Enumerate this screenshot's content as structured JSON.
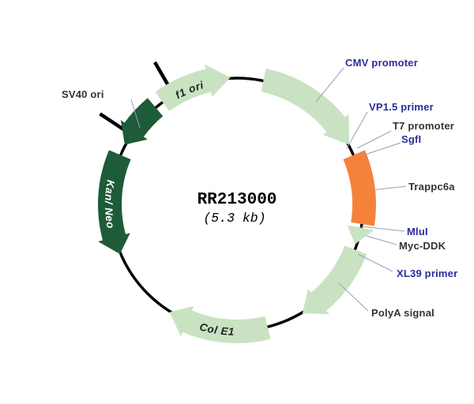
{
  "plasmid": {
    "name": "RR213000",
    "size": "(5.3 kb)"
  },
  "labels": {
    "cmv_promoter": "CMV promoter",
    "vp15_primer": "VP1.5 primer",
    "t7_promoter": "T7 promoter",
    "sgfi": "SgfI",
    "trappc6a": "Trappc6a",
    "mlui": "MluI",
    "myc_ddk": "Myc-DDK",
    "xl39_primer": "XL39 primer",
    "polya_signal": "PolyA signal",
    "sv40_ori": "SV40 ori",
    "f1_ori": "f1 ori",
    "kan_neo": "Kan/ Neo",
    "col_e1": "Col E1"
  },
  "colors": {
    "light_green": "#c9e3c2",
    "dark_green": "#1e5b38",
    "orange": "#f5823a",
    "backbone": "#000000",
    "navy": "#2b2b99",
    "dark": "#333333",
    "leader": "#9aa0b8",
    "band_text": "#222222",
    "white": "#ffffff"
  }
}
